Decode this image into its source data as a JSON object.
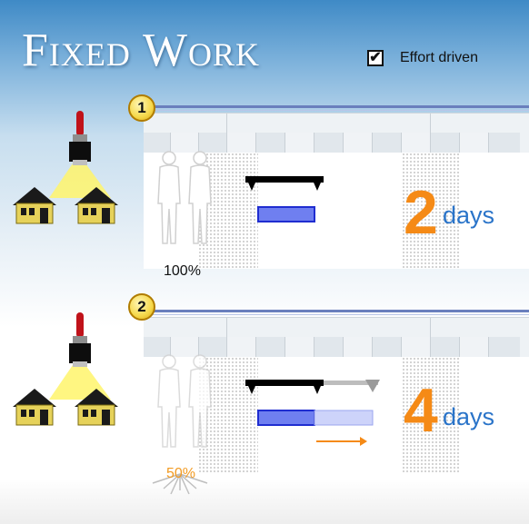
{
  "title": "Fixed Work",
  "effort_driven": {
    "label": "Effort driven",
    "checked": true,
    "checkmark": "✔"
  },
  "panels": [
    {
      "step": "1",
      "percent": "100%",
      "duration_number": "2",
      "duration_unit": "days",
      "icons": [
        "paintbrush-icon",
        "house-icon",
        "house-icon",
        "person-icon",
        "person-icon"
      ]
    },
    {
      "step": "2",
      "percent": "50%",
      "duration_number": "4",
      "duration_unit": "days",
      "icons": [
        "paintbrush-icon",
        "house-icon",
        "house-icon",
        "person-icon",
        "person-icon",
        "arrow-right-icon"
      ]
    }
  ],
  "colors": {
    "accent_orange": "#f58a16",
    "unit_blue": "#2a74c9",
    "task_bar_blue": "#2f3fd6",
    "summary_black": "#000000",
    "step_gold": "#f6d84a"
  }
}
